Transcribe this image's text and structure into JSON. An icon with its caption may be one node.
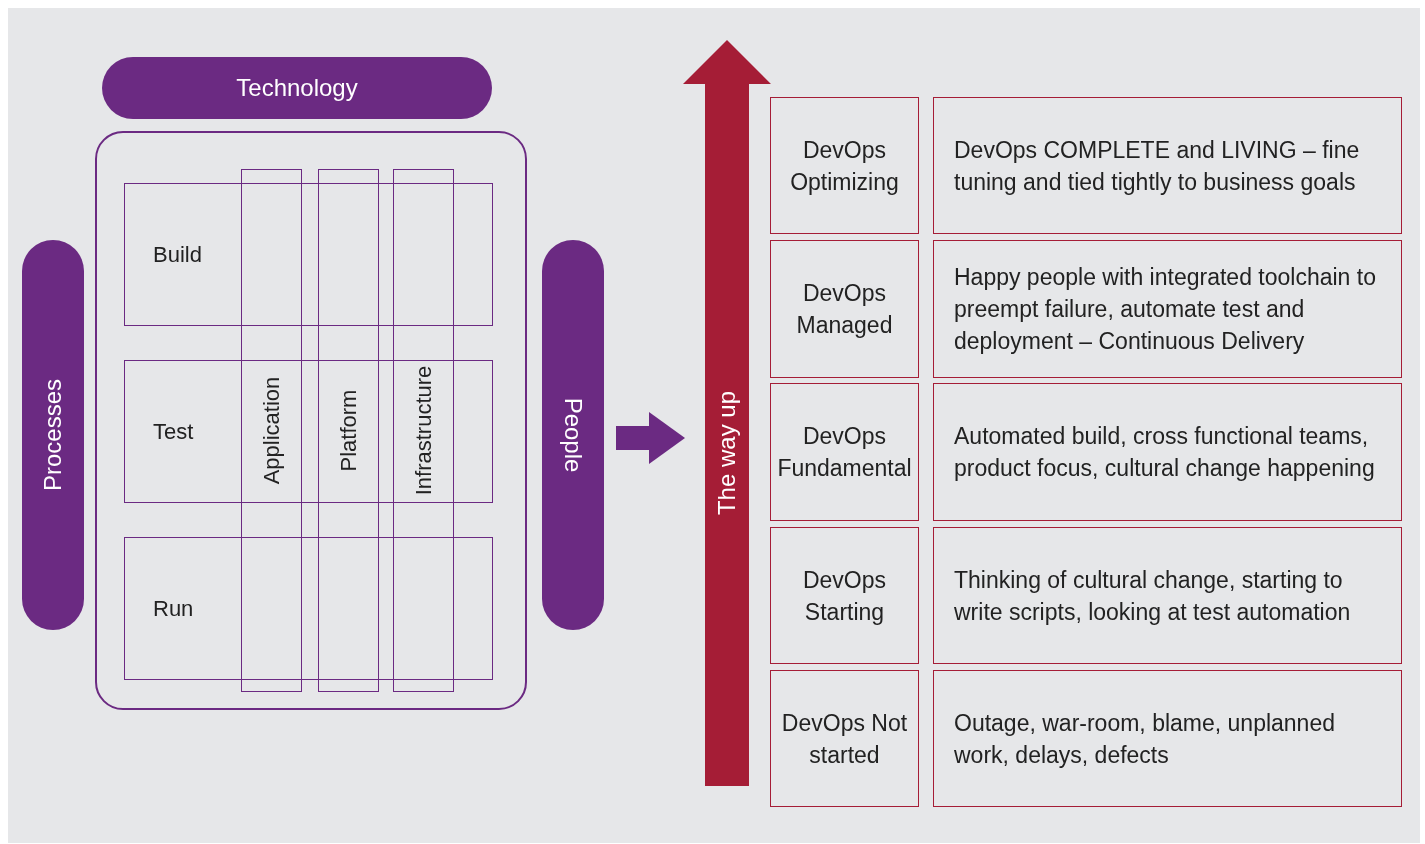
{
  "diagram": {
    "nodes": [
      {
        "text": [
          "Technology"
        ]
      },
      {
        "text": [],
        "shape": "box"
      },
      {
        "text": [
          "Build"
        ],
        "in": 1
      },
      {
        "text": [
          "Test"
        ],
        "in": 1
      },
      {
        "text": [
          "Run"
        ],
        "in": 1
      },
      {
        "text": [
          "Application"
        ],
        "in": 1
      },
      {
        "text": [
          "Platform"
        ],
        "in": 1
      },
      {
        "text": [
          "Infrastructure"
        ],
        "in": 1
      },
      {
        "text": [
          "Processes"
        ]
      },
      {
        "text": [
          "People"
        ]
      },
      {
        "text": [
          "The way up"
        ]
      },
      {
        "text": [
          "DevOps Optimizing"
        ]
      },
      {
        "text": [
          "DevOps COMPLETE and LIVING – fine tuning and tied tightly to business goals"
        ]
      },
      {
        "text": [
          "DevOps Managed"
        ]
      },
      {
        "text": [
          "Happy people with integrated toolchain to preempt failure, automate test and deployment – Continuous Delivery"
        ]
      },
      {
        "text": [
          "DevOps Fundamental"
        ]
      },
      {
        "text": [
          "Automated build, cross functional teams, product focus, cultural change happening"
        ]
      },
      {
        "text": [
          "DevOps Starting"
        ]
      },
      {
        "text": [
          "Thinking of cultural change, starting to write scripts, looking at test automation"
        ]
      },
      {
        "text": [
          "DevOps Not started"
        ]
      },
      {
        "text": [
          "Outage, war-room, blame, unplanned work, delays, defects"
        ]
      }
    ],
    "edges": [
      {
        "from": 9,
        "to": 10,
        "arrow": "to"
      }
    ]
  }
}
